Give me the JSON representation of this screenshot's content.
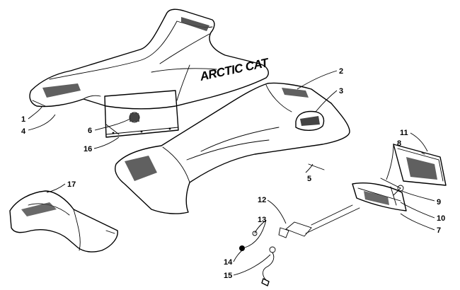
{
  "diagram": {
    "brand_text": "ARCTIC CAT",
    "callouts": [
      {
        "id": "c1",
        "text": "1"
      },
      {
        "id": "c4",
        "text": "4"
      },
      {
        "id": "c6",
        "text": "6"
      },
      {
        "id": "c16",
        "text": "16"
      },
      {
        "id": "c2",
        "text": "2"
      },
      {
        "id": "c3",
        "text": "3"
      },
      {
        "id": "c5",
        "text": "5"
      },
      {
        "id": "c17",
        "text": "17"
      },
      {
        "id": "c11",
        "text": "11"
      },
      {
        "id": "c8",
        "text": "8"
      },
      {
        "id": "c9",
        "text": "9"
      },
      {
        "id": "c10",
        "text": "10"
      },
      {
        "id": "c7",
        "text": "7"
      },
      {
        "id": "c12",
        "text": "12"
      },
      {
        "id": "c13",
        "text": "13"
      },
      {
        "id": "c14",
        "text": "14"
      },
      {
        "id": "c15",
        "text": "15"
      }
    ]
  }
}
